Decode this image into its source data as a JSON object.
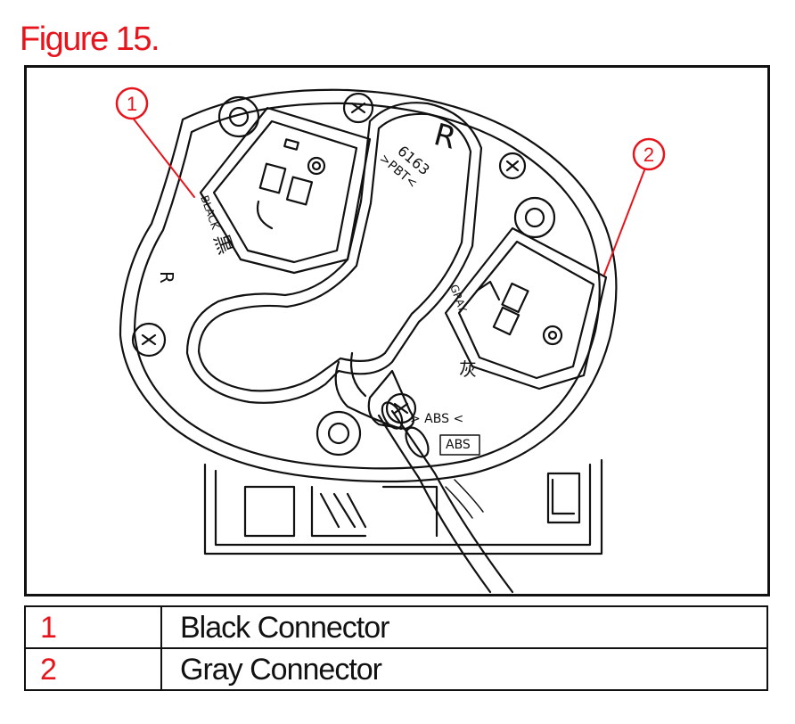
{
  "figure": {
    "title": "Figure 15.",
    "callouts": [
      {
        "number": "1"
      },
      {
        "number": "2"
      }
    ],
    "part_markings": {
      "cover_letter": "R",
      "cover_code": "6163",
      "cover_material": ">PBT<",
      "black_connector_text": "BLACK",
      "black_connector_kanji": "黒",
      "gray_connector_text": "GRAY",
      "gray_connector_kanji": "灰",
      "base_letter": "R",
      "abs_mark": "> ABS <",
      "abs_box": "ABS"
    }
  },
  "legend": [
    {
      "number": "1",
      "label": "Black Connector"
    },
    {
      "number": "2",
      "label": "Gray Connector"
    }
  ],
  "colors": {
    "accent": "#e8141c",
    "line": "#111111"
  }
}
